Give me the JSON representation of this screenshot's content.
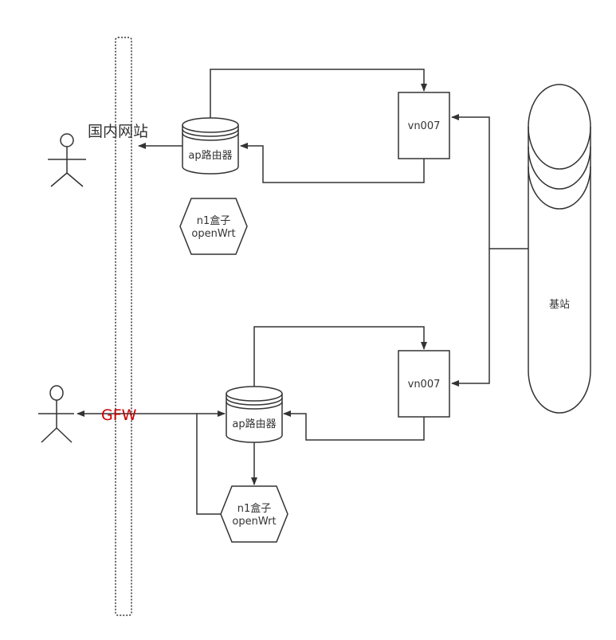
{
  "labels": {
    "domestic_sites": "国内网站",
    "gfw": "GFW",
    "router_top": "ap路由器",
    "router_bottom": "ap路由器",
    "vn_top": "vn007",
    "vn_bottom": "vn007",
    "n1_top_line1": "n1盒子",
    "n1_top_line2": "openWrt",
    "n1_bottom_line1": "n1盒子",
    "n1_bottom_line2": "openWrt",
    "base_station": "基站"
  },
  "colors": {
    "stroke": "#333333",
    "gfw_text": "#cc0000",
    "background": "#ffffff"
  }
}
